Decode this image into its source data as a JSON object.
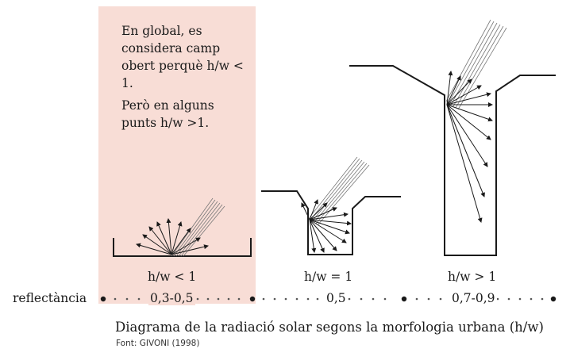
{
  "note": {
    "line1": "En global, es considera camp obert perquè h/w < 1.",
    "line2": "Però en alguns punts h/w >1."
  },
  "cases": [
    {
      "ratio_label": "h/w < 1",
      "reflectance": "0,3-0,5"
    },
    {
      "ratio_label": "h/w  = 1",
      "reflectance": "0,5"
    },
    {
      "ratio_label": "h/w > 1",
      "reflectance": "0,7-0,9"
    }
  ],
  "axis_label": "reflectància",
  "caption": "Diagrama de la radiació solar segons la morfologia urbana (h/w)",
  "source": "Font: GIVONI (1998)",
  "colors": {
    "highlight": "#f8ddd6",
    "ink": "#1a1a1a"
  }
}
